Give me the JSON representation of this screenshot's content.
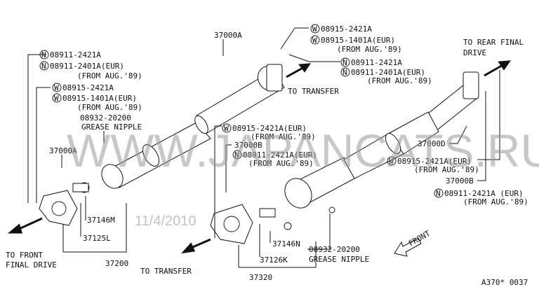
{
  "watermark": {
    "site": "WWW.JAPANCATS.RU",
    "date": "11/4/2010"
  },
  "diagram_code": "A370* 0037",
  "directions": {
    "to_rear_final_1": "TO REAR FINAL",
    "to_rear_final_2": "DRIVE",
    "to_transfer_upper": "TO TRANSFER",
    "to_transfer_lower": "TO TRANSFER",
    "to_front_final_1": "TO FRONT",
    "to_front_final_2": "FINAL DRIVE",
    "front": "FRONT"
  },
  "callouts": {
    "top_bolt": "37000A",
    "top_w1": "08915-2421A",
    "top_w2": "08915-1401A(EUR)",
    "top_w_from": "(FROM AUG.'89)",
    "top_n1": "08911-2421A",
    "top_n2": "08911-2401A(EUR)",
    "top_n_from": "(FROM AUG.'89)",
    "left_n1": "08911-2421A",
    "left_n2": "08911-2401A(EUR)",
    "left_n_from": "(FROM AUG.'89)",
    "left_w1": "08915-2421A",
    "left_w2": "08915-1401A(EUR)",
    "left_w_from": "(FROM AUG.'89)",
    "left_nipple_no": "08932-20200",
    "left_nipple": "GREASE NIPPLE",
    "left_bolt": "37000A",
    "mid_w": "08915-2421A(EUR)",
    "mid_w_from": "(FROM AUG.'89)",
    "mid_bolt": "37000B",
    "mid_n": "08911-2421A(EUR)",
    "mid_n_from": "(FROM AUG.'89)",
    "right_bolt_d": "37000D",
    "right_w": "08915-2421A(EUR)",
    "right_w_from": "(FROM AUG.'89)",
    "right_bolt_b": "37000B",
    "right_n": "08911-2421A (EUR)",
    "right_n_from": "(FROM AUG.'89)",
    "p37146m": "37146M",
    "p37125l": "37125L",
    "p37200": "37200",
    "p37146n": "37146N",
    "p37126k": "37126K",
    "p37320": "37320",
    "low_nipple_no": "08932-20200",
    "low_nipple": "GREASE NIPPLE"
  },
  "markers": {
    "n": "N",
    "w": "W"
  }
}
